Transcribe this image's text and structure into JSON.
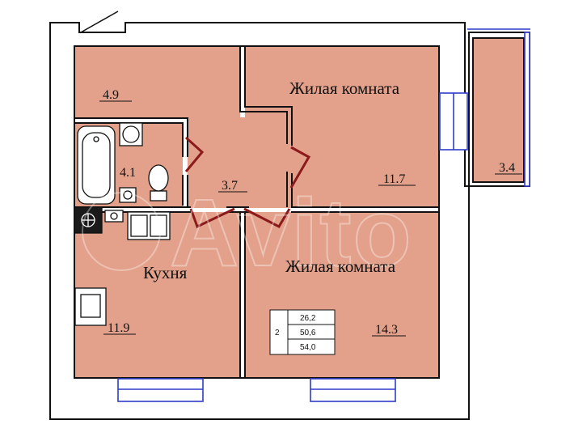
{
  "colors": {
    "room_fill": "#E3A18B",
    "wall": "#111111",
    "door": "#8B1A1A",
    "window": "#2F3CC8",
    "background": "#FFFFFF"
  },
  "rooms": {
    "living_room_top": {
      "name": "Жилая комната",
      "area": "11.7"
    },
    "living_room_bottom": {
      "name": "Жилая комната",
      "area": "14.3"
    },
    "kitchen": {
      "name": "Кухня",
      "area": "11.9"
    },
    "corridor_top": {
      "area": "4.9"
    },
    "bathroom": {
      "area": "4.1"
    },
    "hall": {
      "area": "3.7"
    },
    "balcony": {
      "area": "3.4"
    }
  },
  "summary": {
    "rooms_count": "2",
    "living_area": "26,2",
    "usable_area": "50,6",
    "total_area": "54,0"
  },
  "watermark": {
    "text": "Avito",
    "icon": "avito-logo-icon"
  }
}
